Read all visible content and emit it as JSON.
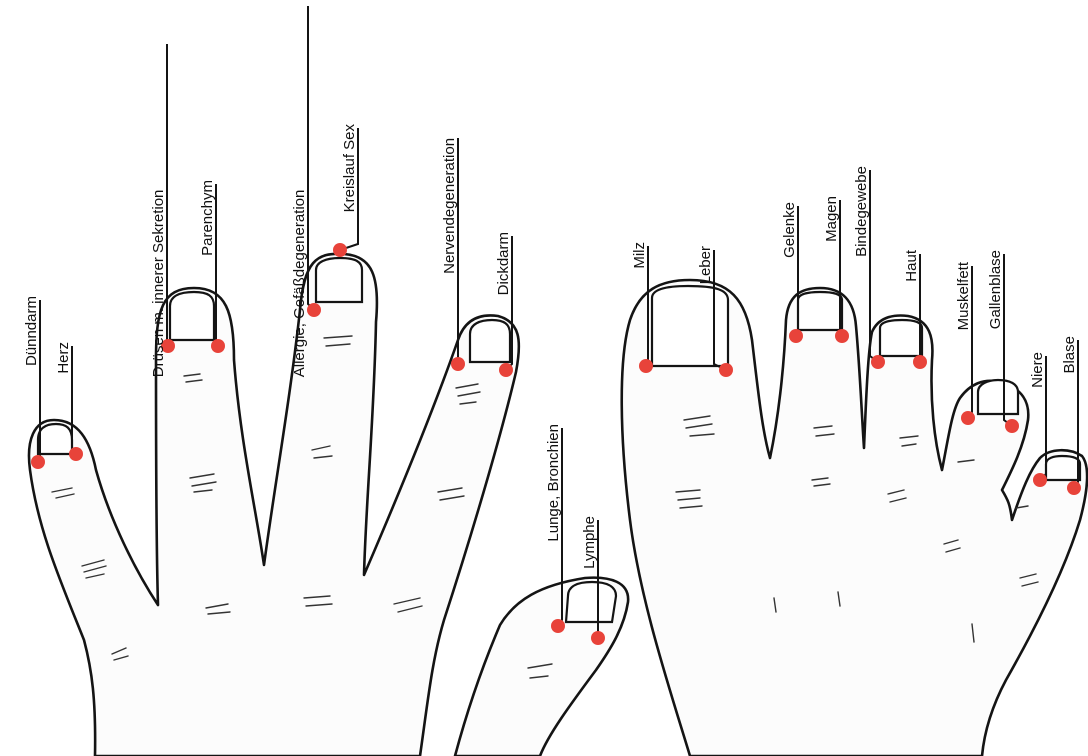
{
  "hand": {
    "points": [
      {
        "id": "duenndarm",
        "label": "Dünndarm"
      },
      {
        "id": "herz",
        "label": "Herz"
      },
      {
        "id": "druesen",
        "label": "Drüsen m. innerer Sekretion"
      },
      {
        "id": "parenchym",
        "label": "Parenchym"
      },
      {
        "id": "allergie",
        "label": "Allergie, Gefäßdegeneration"
      },
      {
        "id": "kreislauf",
        "label": "Kreislauf Sex"
      },
      {
        "id": "nervendegeneration",
        "label": "Nervendegeneration"
      },
      {
        "id": "dickdarm",
        "label": "Dickdarm"
      },
      {
        "id": "lunge",
        "label": "Lunge, Bronchien"
      },
      {
        "id": "lymphe",
        "label": "Lymphe"
      }
    ]
  },
  "foot": {
    "points": [
      {
        "id": "milz",
        "label": "Milz"
      },
      {
        "id": "leber",
        "label": "Leber"
      },
      {
        "id": "gelenke",
        "label": "Gelenke"
      },
      {
        "id": "magen",
        "label": "Magen"
      },
      {
        "id": "bindegewebe",
        "label": "Bindegewebe"
      },
      {
        "id": "haut",
        "label": "Haut"
      },
      {
        "id": "muskelfett",
        "label": "Muskelfett"
      },
      {
        "id": "gallenblase",
        "label": "Gallenblase"
      },
      {
        "id": "niere",
        "label": "Niere"
      },
      {
        "id": "blase",
        "label": "Blase"
      }
    ]
  },
  "colors": {
    "point": "#e8433a",
    "outline": "#141414"
  }
}
